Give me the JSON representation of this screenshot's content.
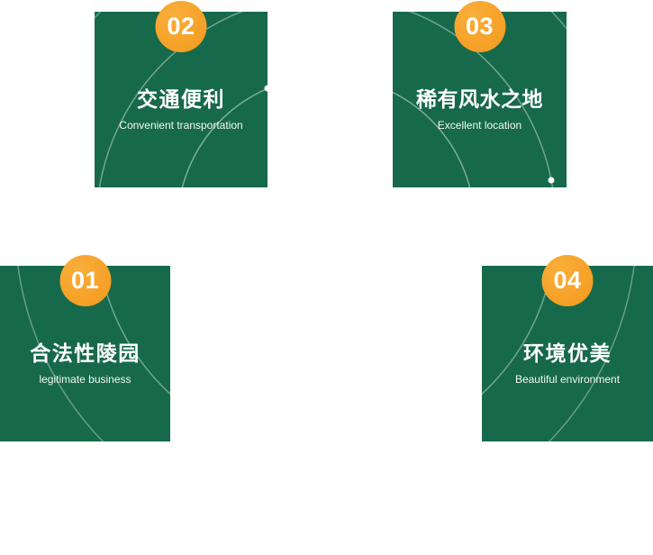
{
  "cards": [
    {
      "number": "01",
      "title": "合法性陵园",
      "subtitle": "legitimate business"
    },
    {
      "number": "02",
      "title": "交通便利",
      "subtitle": "Convenient transportation"
    },
    {
      "number": "03",
      "title": "稀有风水之地",
      "subtitle": "Excellent location"
    },
    {
      "number": "04",
      "title": "环境优美",
      "subtitle": "Beautiful environment"
    }
  ],
  "colors": {
    "card_green": "#17694B",
    "badge_orange": "#F39A1D",
    "text_white": "#FFFFFF",
    "arc_white": "rgba(255,255,255,0.45)"
  }
}
